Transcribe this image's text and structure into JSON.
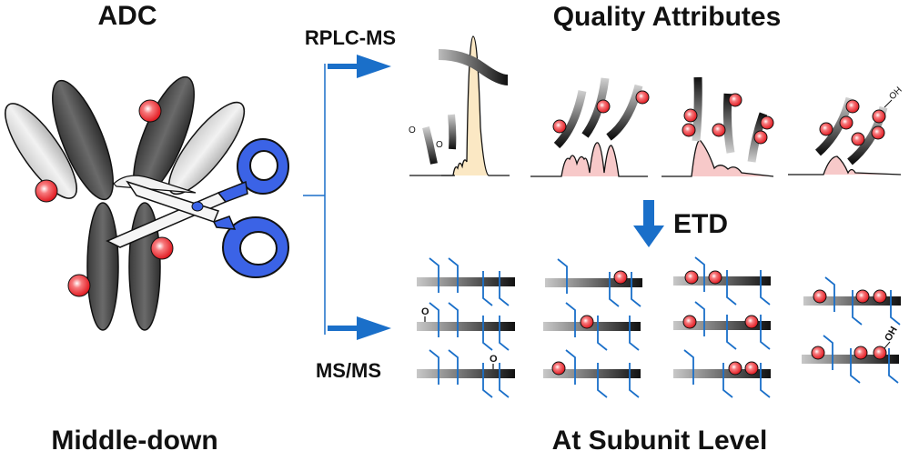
{
  "labels": {
    "adc": "ADC",
    "middle_down": "Middle-down",
    "rplc_ms": "RPLC-MS",
    "ms_ms": "MS/MS",
    "quality_attributes": "Quality Attributes",
    "etd": "ETD",
    "at_subunit_level": "At Subunit Level"
  },
  "modifications": {
    "oxidation": "O",
    "hydroxyl": "OH"
  },
  "colors": {
    "arrow_blue": "#1a6fc9",
    "drug_red": "#e8262b",
    "scissors_blue": "#3b63e6",
    "main_peak_fill": "#fbe8c4",
    "drug_peak_fill": "#f7c9c9",
    "fragment_blue": "#1a6fc9"
  },
  "panels": {
    "chromatograms": [
      {
        "id": "oxidation",
        "description": "main peak with oxidized variants"
      },
      {
        "id": "dar1",
        "description": "one drug per subunit"
      },
      {
        "id": "dar2",
        "description": "two drugs per subunit"
      },
      {
        "id": "dar3",
        "description": "three drugs with hydroxylation"
      }
    ],
    "fragment_groups": [
      {
        "id": "oxidation-sites",
        "rows": 3
      },
      {
        "id": "single-drug-sites",
        "rows": 3
      },
      {
        "id": "two-drug-sites",
        "rows": 3
      },
      {
        "id": "three-drug-sites",
        "rows": 2
      }
    ]
  }
}
